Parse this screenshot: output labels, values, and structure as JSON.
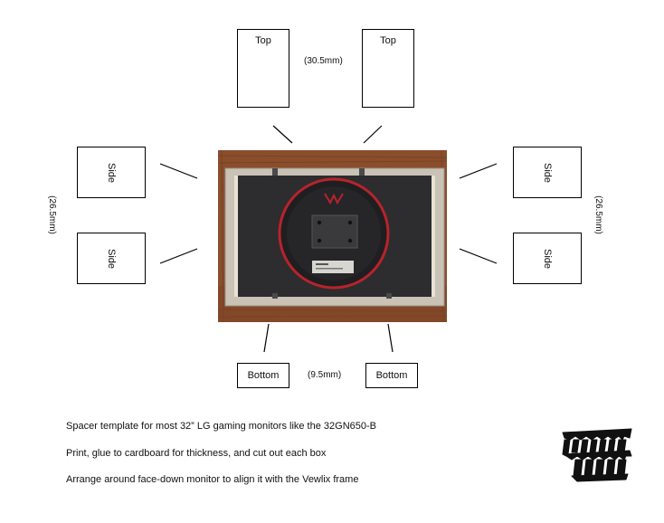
{
  "labels": {
    "top": "Top",
    "side": "Side",
    "bottom": "Bottom"
  },
  "dimensions": {
    "top": "(30.5mm)",
    "side": "(26.5mm)",
    "bottom": "(9.5mm)"
  },
  "instructions": [
    "Spacer template for most 32” LG gaming monitors like the 32GN650-B",
    "Print, glue to cardboard for thickness, and cut out each box",
    "Arrange around face-down monitor to align it with the Vewlix frame"
  ],
  "logo": {
    "line1": "GUTTER",
    "line2": "TRASH"
  },
  "colors": {
    "wood": "#8a4e2c",
    "frame": "#c9c2b5",
    "monitor": "#2d2c2e",
    "accent": "#b8232c"
  }
}
